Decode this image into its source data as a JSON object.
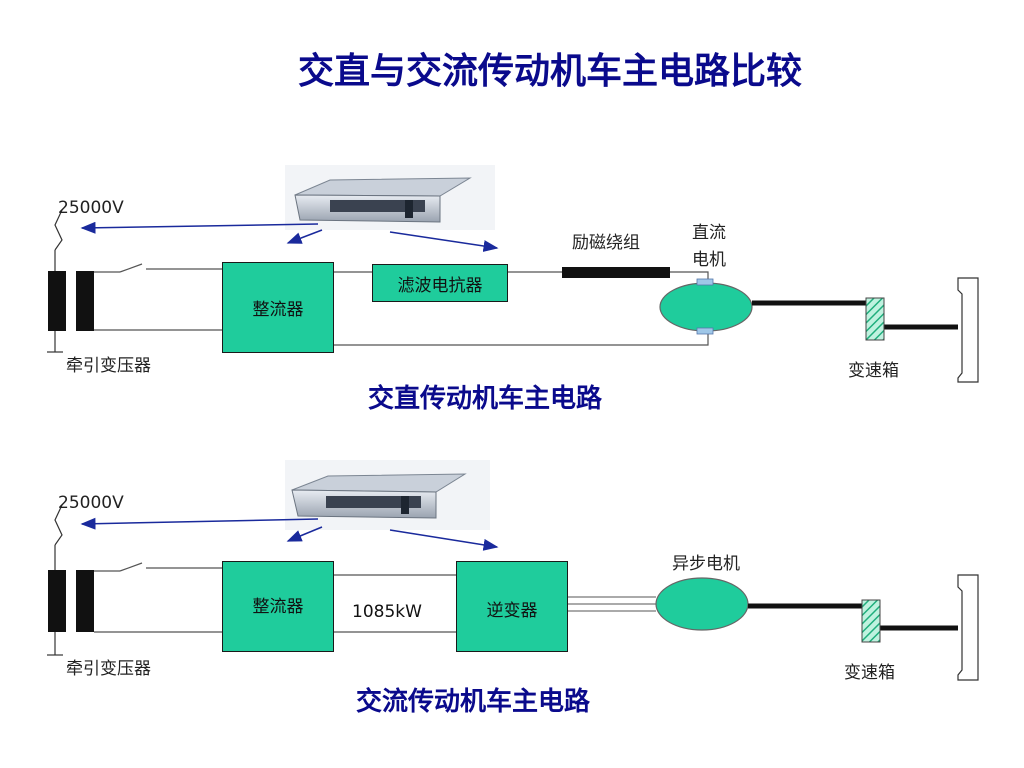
{
  "title": "交直与交流传动机车主电路比较",
  "colors": {
    "title": "#0a0a8c",
    "box_fill": "#1fcc9c",
    "motor_fill": "#1fcc9c",
    "wire": "#6a6a6a",
    "arrow": "#1a2a9c",
    "bar": "#111111"
  },
  "ac_dc": {
    "caption": "交直传动机车主电路",
    "voltage": "25000V",
    "transformer_label": "牵引变压器",
    "rectifier_label": "整流器",
    "filter_label": "滤波电抗器",
    "excitation_label": "励磁绕组",
    "motor_label_line1": "直流",
    "motor_label_line2": "电机",
    "gearbox_label": "变速箱",
    "control_unit_icon": "control-unit-image"
  },
  "ac_ac": {
    "caption": "交流传动机车主电路",
    "voltage": "25000V",
    "transformer_label": "牵引变压器",
    "rectifier_label": "整流器",
    "power_label": "1085kW",
    "inverter_label": "逆变器",
    "motor_label": "异步电机",
    "gearbox_label": "变速箱",
    "control_unit_icon": "control-unit-image"
  }
}
